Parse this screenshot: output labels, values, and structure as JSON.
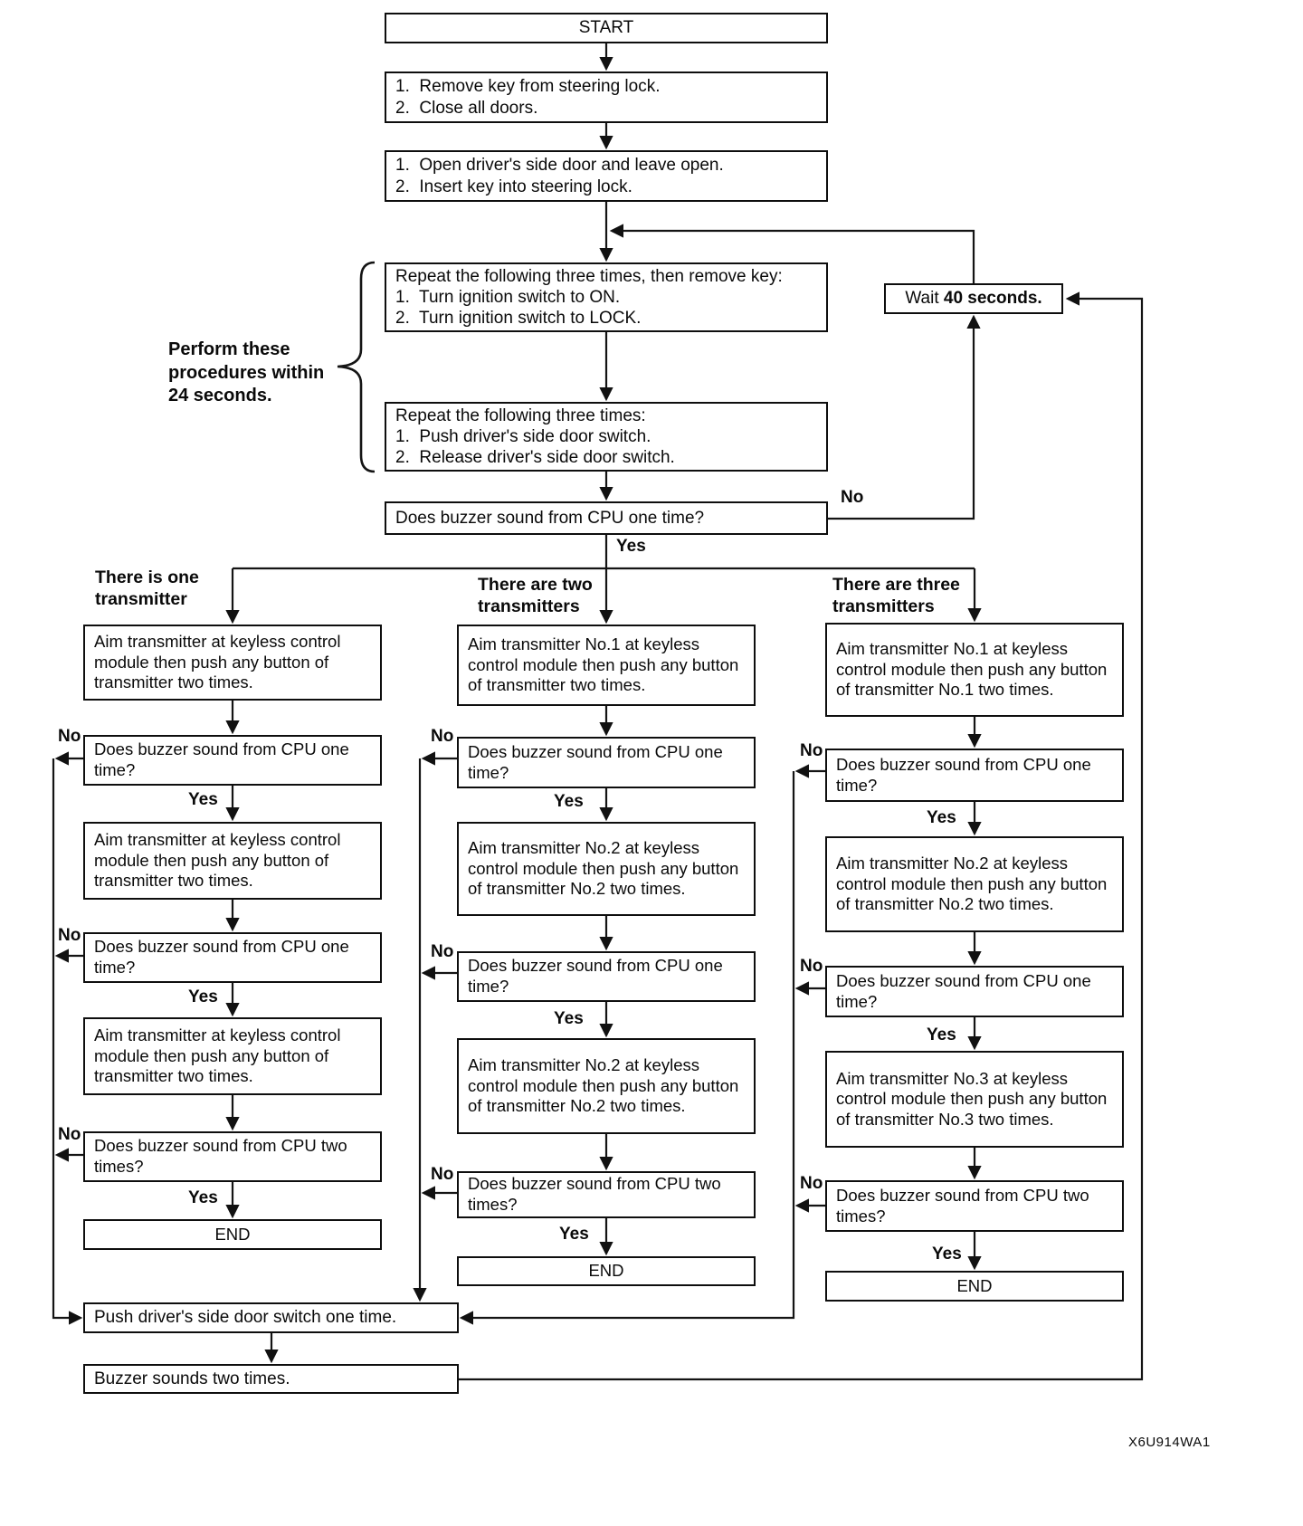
{
  "labels": {
    "yes": "Yes",
    "no": "No"
  },
  "top": {
    "start": "START",
    "remove_key": "1.  Remove key from steering lock.\n2.  Close all doors.",
    "open_door": "1.  Open driver's side door and leave open.\n2.  Insert key into steering lock.",
    "repeat_ignition": "Repeat the following three times, then remove key:\n1.  Turn ignition switch to ON.\n2.  Turn ignition switch to LOCK.",
    "wait_prefix": "Wait ",
    "wait_bold": "40 seconds.",
    "repeat_door_switch": "Repeat the following three times:\n1.  Push driver's side door switch.\n2.  Release driver's side door switch.",
    "buzzer_question": "Does buzzer sound from CPU one time?",
    "perform_note": "Perform these\nprocedures within\n24 seconds."
  },
  "branches": [
    {
      "header": "There is one\ntransmitter",
      "nodes": [
        "Aim transmitter at keyless control module then push any button of transmitter two times.",
        "Does buzzer sound from CPU one time?",
        "Aim transmitter at keyless control module then push any button of transmitter two times.",
        "Does buzzer sound from CPU one time?",
        "Aim transmitter at keyless control module then push any button of transmitter two times.",
        "Does buzzer sound from CPU two times?",
        "END"
      ]
    },
    {
      "header": "There are two\ntransmitters",
      "nodes": [
        "Aim transmitter No.1 at keyless control module then push any button of transmitter two times.",
        "Does buzzer sound from CPU one time?",
        "Aim transmitter No.2 at keyless control module then push any button of transmitter No.2 two times.",
        "Does buzzer sound from CPU one time?",
        "Aim transmitter No.2 at keyless control module then push any button of transmitter No.2 two times.",
        "Does buzzer sound from CPU two times?",
        "END"
      ]
    },
    {
      "header": "There are three\ntransmitters",
      "nodes": [
        "Aim transmitter No.1 at keyless control module then push any button of transmitter No.1 two times.",
        "Does buzzer sound from CPU one time?",
        "Aim transmitter No.2 at keyless control module then push any button of transmitter No.2 two times.",
        "Does buzzer sound from CPU one time?",
        "Aim transmitter No.3 at keyless control module then push any button of transmitter No.3 two times.",
        "Does buzzer sound from CPU two times?",
        "END"
      ]
    }
  ],
  "bottom": {
    "push_switch": "Push driver's side door switch one time.",
    "buzzer_twice": "Buzzer sounds two times."
  },
  "figure_code": "X6U914WA1"
}
